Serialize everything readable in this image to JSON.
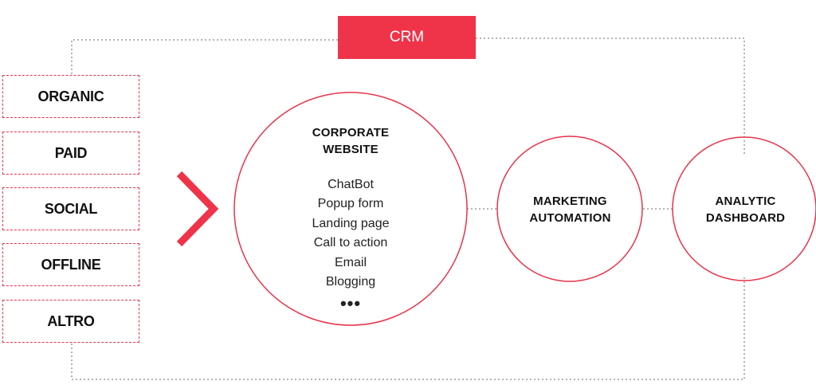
{
  "crm": {
    "label": "CRM"
  },
  "sources": [
    "ORGANIC",
    "PAID",
    "SOCIAL",
    "OFFLINE",
    "ALTRO"
  ],
  "website": {
    "title_line1": "CORPORATE",
    "title_line2": "WEBSITE",
    "features": [
      "ChatBot",
      "Popup form",
      "Landing page",
      "Call to action",
      "Email",
      "Blogging"
    ],
    "more": "•••"
  },
  "marketing": {
    "title_line1": "MARKETING",
    "title_line2": "AUTOMATION"
  },
  "analytic": {
    "title_line1": "ANALYTIC",
    "title_line2": "DASHBOARD"
  },
  "colors": {
    "accent": "#ef3449",
    "dotted_line": "#888888"
  }
}
